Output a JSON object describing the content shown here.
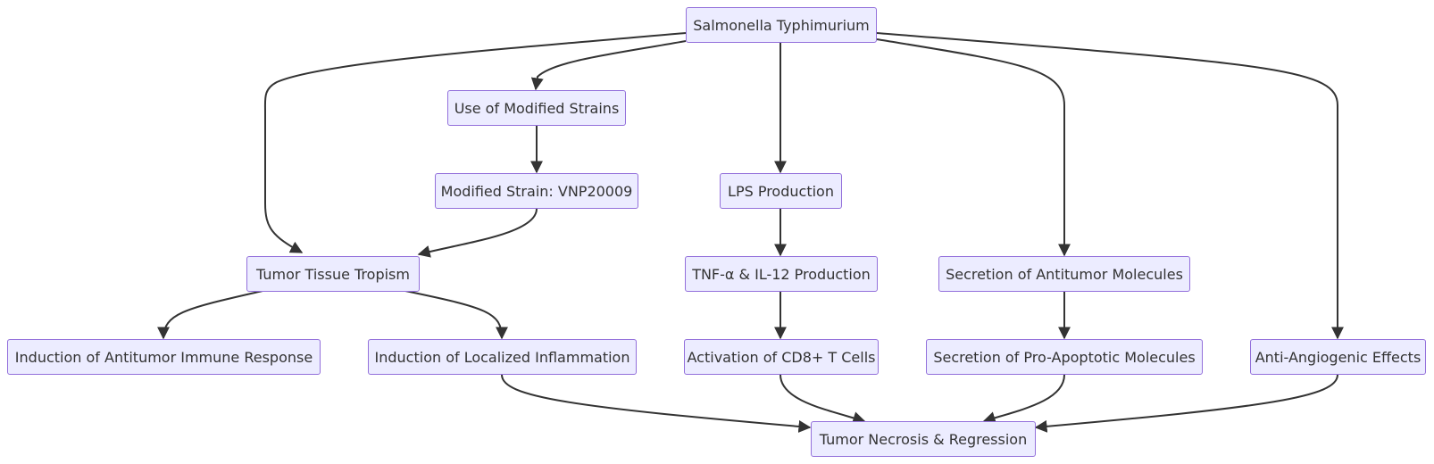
{
  "nodes": {
    "salmonella": "Salmonella Typhimurium",
    "modified_strains": "Use of Modified Strains",
    "vnp20009": "Modified Strain: VNP20009",
    "lps": "LPS Production",
    "tropism": "Tumor Tissue Tropism",
    "tnf": "TNF-α & IL-12 Production",
    "secretion_antitumor": "Secretion of Antitumor Molecules",
    "immune_response": "Induction of Antitumor Immune Response",
    "inflammation": "Induction of Localized Inflammation",
    "cd8": "Activation of CD8+ T Cells",
    "pro_apoptotic": "Secretion of Pro-Apoptotic Molecules",
    "angiogenic": "Anti-Angiogenic Effects",
    "necrosis": "Tumor Necrosis & Regression"
  },
  "edges": [
    [
      "salmonella",
      "tropism"
    ],
    [
      "salmonella",
      "modified_strains"
    ],
    [
      "salmonella",
      "lps"
    ],
    [
      "salmonella",
      "secretion_antitumor"
    ],
    [
      "salmonella",
      "angiogenic"
    ],
    [
      "modified_strains",
      "vnp20009"
    ],
    [
      "vnp20009",
      "tropism"
    ],
    [
      "lps",
      "tnf"
    ],
    [
      "tnf",
      "cd8"
    ],
    [
      "secretion_antitumor",
      "pro_apoptotic"
    ],
    [
      "tropism",
      "immune_response"
    ],
    [
      "tropism",
      "inflammation"
    ],
    [
      "inflammation",
      "necrosis"
    ],
    [
      "cd8",
      "necrosis"
    ],
    [
      "pro_apoptotic",
      "necrosis"
    ],
    [
      "angiogenic",
      "necrosis"
    ]
  ]
}
